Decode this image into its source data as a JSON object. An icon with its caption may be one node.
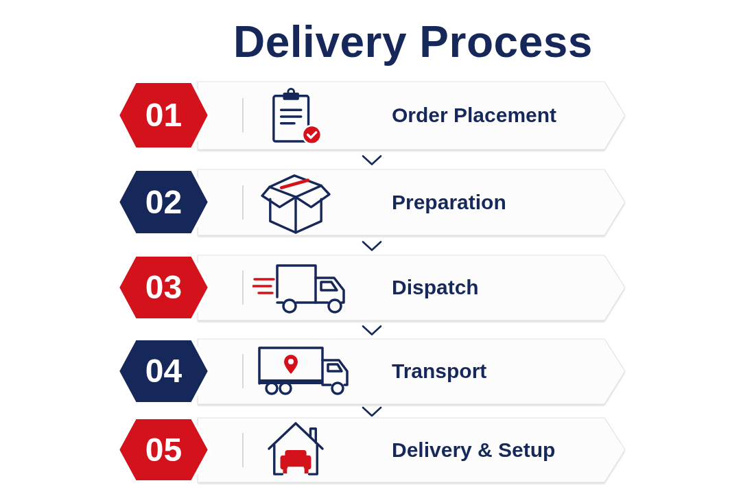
{
  "diagram": {
    "title": "Delivery Process",
    "nodes": [
      {
        "text": [
          "01"
        ]
      },
      {
        "text": [
          "Order Placement"
        ]
      },
      {
        "text": [
          "02"
        ]
      },
      {
        "text": [
          "Preparation"
        ]
      },
      {
        "text": [
          "03"
        ]
      },
      {
        "text": [
          "Dispatch"
        ]
      },
      {
        "text": [
          "04"
        ]
      },
      {
        "text": [
          "Transport"
        ]
      },
      {
        "text": [
          "05"
        ]
      },
      {
        "text": [
          "Delivery & Setup"
        ]
      }
    ],
    "edges": [
      {
        "from": 1,
        "to": 3,
        "arrow": "to"
      },
      {
        "from": 3,
        "to": 5,
        "arrow": "to"
      },
      {
        "from": 5,
        "to": 7,
        "arrow": "to"
      },
      {
        "from": 7,
        "to": 9,
        "arrow": "to"
      }
    ]
  }
}
